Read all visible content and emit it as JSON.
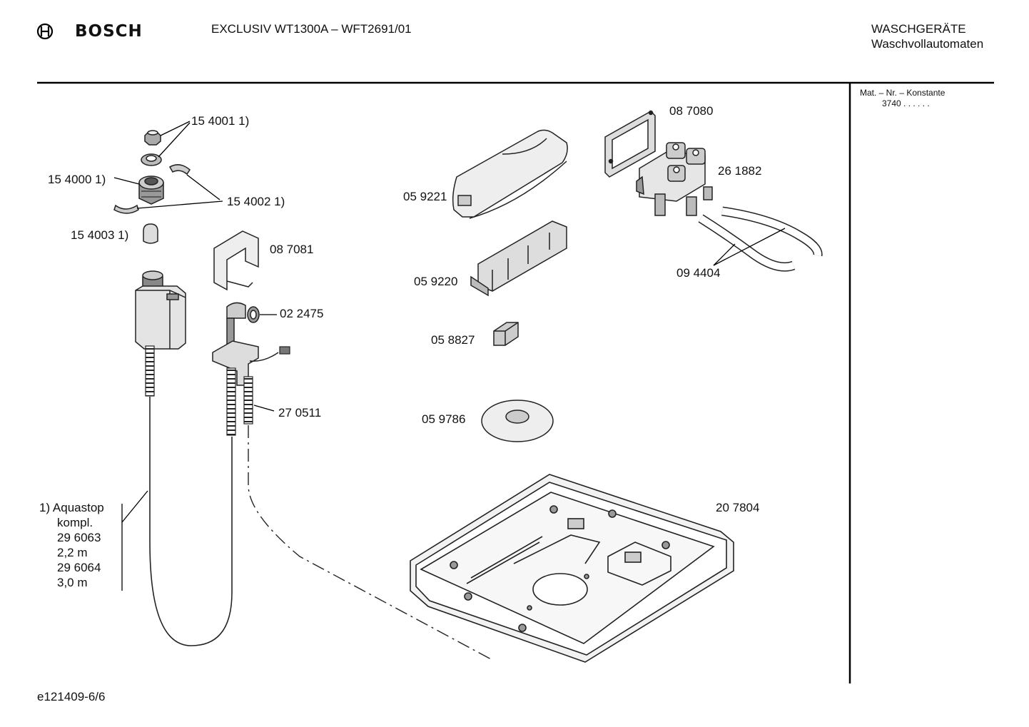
{
  "header": {
    "brand": "BOSCH",
    "model": "EXCLUSIV WT1300A – WFT2691/01",
    "category": "WASCHGERÄTE",
    "subcategory": "Waschvollautomaten"
  },
  "sidebar": {
    "title": "Mat. – Nr. – Konstante",
    "value": "3740 . .   . . . ."
  },
  "parts": {
    "p154001": "15 4001 1)",
    "p154000": "15 4000 1)",
    "p154002": "15 4002 1)",
    "p154003": "15 4003 1)",
    "p087081": "08 7081",
    "p022475": "02 2475",
    "p270511": "27 0511",
    "p059221": "05 9221",
    "p059220": "05 9220",
    "p058827": "05 8827",
    "p059786": "05 9786",
    "p087080": "08 7080",
    "p261882": "26 1882",
    "p094404": "09 4404",
    "p207804": "20 7804"
  },
  "aquastop_note": {
    "line1": "1)  Aquastop",
    "line2": "kompl.",
    "line3": "29 6063",
    "line4": "2,2 m",
    "line5": "29 6064",
    "line6": "3,0 m"
  },
  "footer": {
    "code": "e121409-6/6"
  }
}
